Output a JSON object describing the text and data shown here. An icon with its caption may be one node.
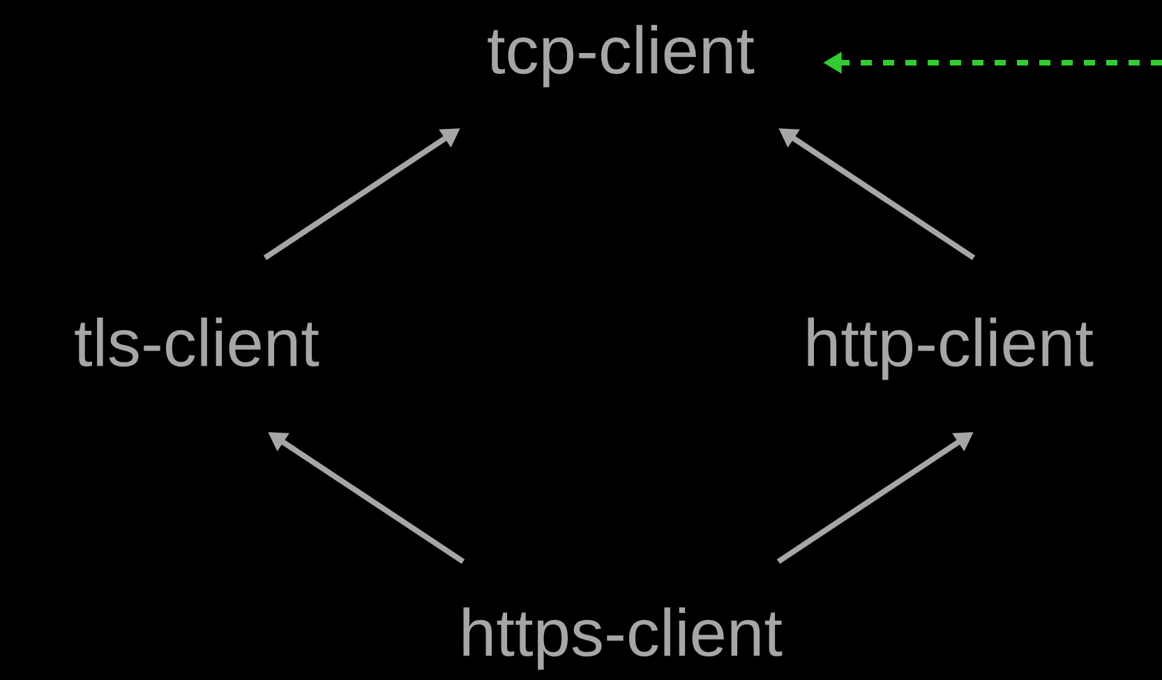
{
  "diagram": {
    "nodes": [
      {
        "text": [
          "tcp-client"
        ]
      },
      {
        "text": [
          "tls-client"
        ]
      },
      {
        "text": [
          "http-client"
        ]
      },
      {
        "text": [
          "https-client"
        ]
      }
    ],
    "edges": [
      {
        "from": 1,
        "to": 0,
        "arrow": "to"
      },
      {
        "from": 2,
        "to": 0,
        "arrow": "to"
      },
      {
        "from": 3,
        "to": 1,
        "arrow": "to"
      },
      {
        "from": 3,
        "to": 2,
        "arrow": "to"
      },
      {
        "from": null,
        "to": 0,
        "arrow": "to",
        "style": "dashed",
        "color": "#33cc33"
      }
    ]
  }
}
